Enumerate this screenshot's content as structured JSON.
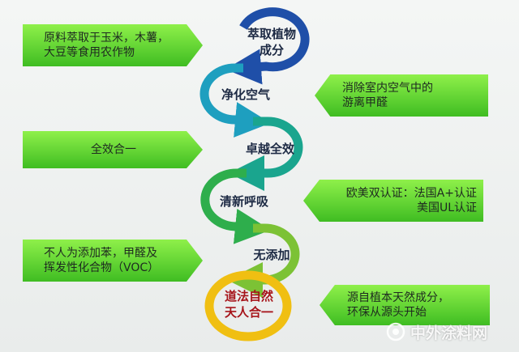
{
  "steps": [
    {
      "label": "萃取植物\n成分",
      "color": "#1f4fa8"
    },
    {
      "label": "净化空气",
      "color": "#1e9fbf"
    },
    {
      "label": "卓越全效",
      "color": "#1aa58e"
    },
    {
      "label": "清新呼吸",
      "color": "#2eae4c"
    },
    {
      "label": "无添加",
      "color": "#7cc235"
    },
    {
      "label": "道法自然\n天人合一",
      "color": "#f0bf12"
    }
  ],
  "panels": {
    "raw_material": "原料萃取于玉米，木薯，\n大豆等食用农作物",
    "formaldehyde": "消除室内空气中的\n游离甲醛",
    "all_in_one": "全效合一",
    "certification_1": "欧美双认证：法国A+认证",
    "certification_2": "美国UL认证",
    "no_additives": "不人为添加苯，甲醛及\n挥发性化合物（VOC）",
    "natural": "源自植本天然成分，\n环保从源头开始"
  },
  "colors": {
    "panel_top": "#8ff04a",
    "panel_bottom": "#3fbd22",
    "final_text": "#a6141a"
  },
  "watermark": "中外涂料网"
}
